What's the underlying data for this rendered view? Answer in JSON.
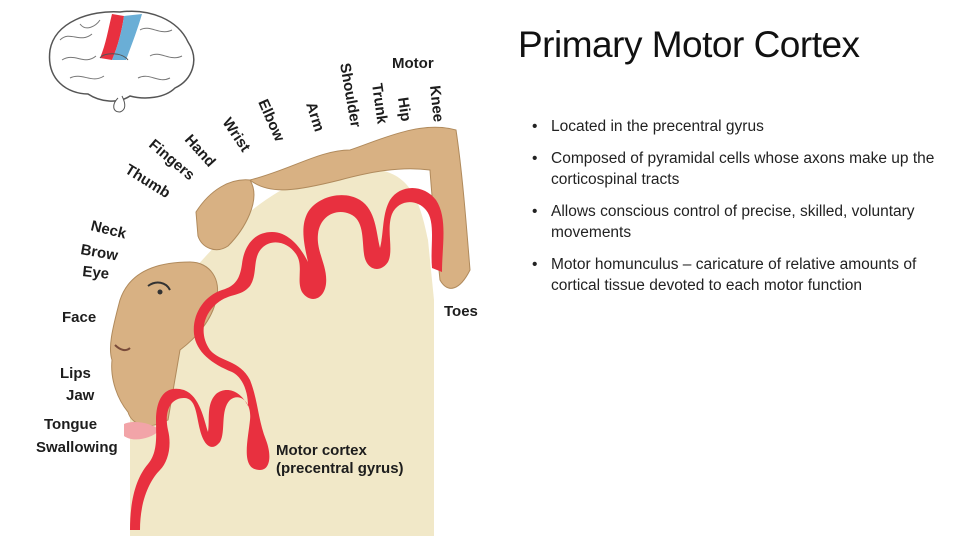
{
  "slide": {
    "title": "Primary Motor Cortex",
    "bullets": [
      "Located in the precentral gyrus",
      "Composed of pyramidal cells whose axons make up the corticospinal tracts",
      "Allows conscious control of precise, skilled, voluntary movements",
      "Motor homunculus – caricature of relative amounts of cortical tissue devoted to each motor function"
    ],
    "bullet_glyph": "•"
  },
  "diagram": {
    "header_label": "Motor",
    "body_labels": [
      "Knee",
      "Hip",
      "Trunk",
      "Shoulder",
      "Arm",
      "Elbow",
      "Wrist",
      "Hand",
      "Fingers",
      "Thumb",
      "Neck",
      "Brow",
      "Eye",
      "Face",
      "Lips",
      "Jaw",
      "Tongue",
      "Swallowing",
      "Toes"
    ],
    "caption_line1": "Motor cortex",
    "caption_line2": "(precentral gyrus)",
    "colors": {
      "cortex_red": "#e8303f",
      "tissue_tan": "#f1e8c8",
      "skin": "#d8b183",
      "tongue": "#f2a4a8",
      "brain_blue": "#6aaed6"
    }
  }
}
